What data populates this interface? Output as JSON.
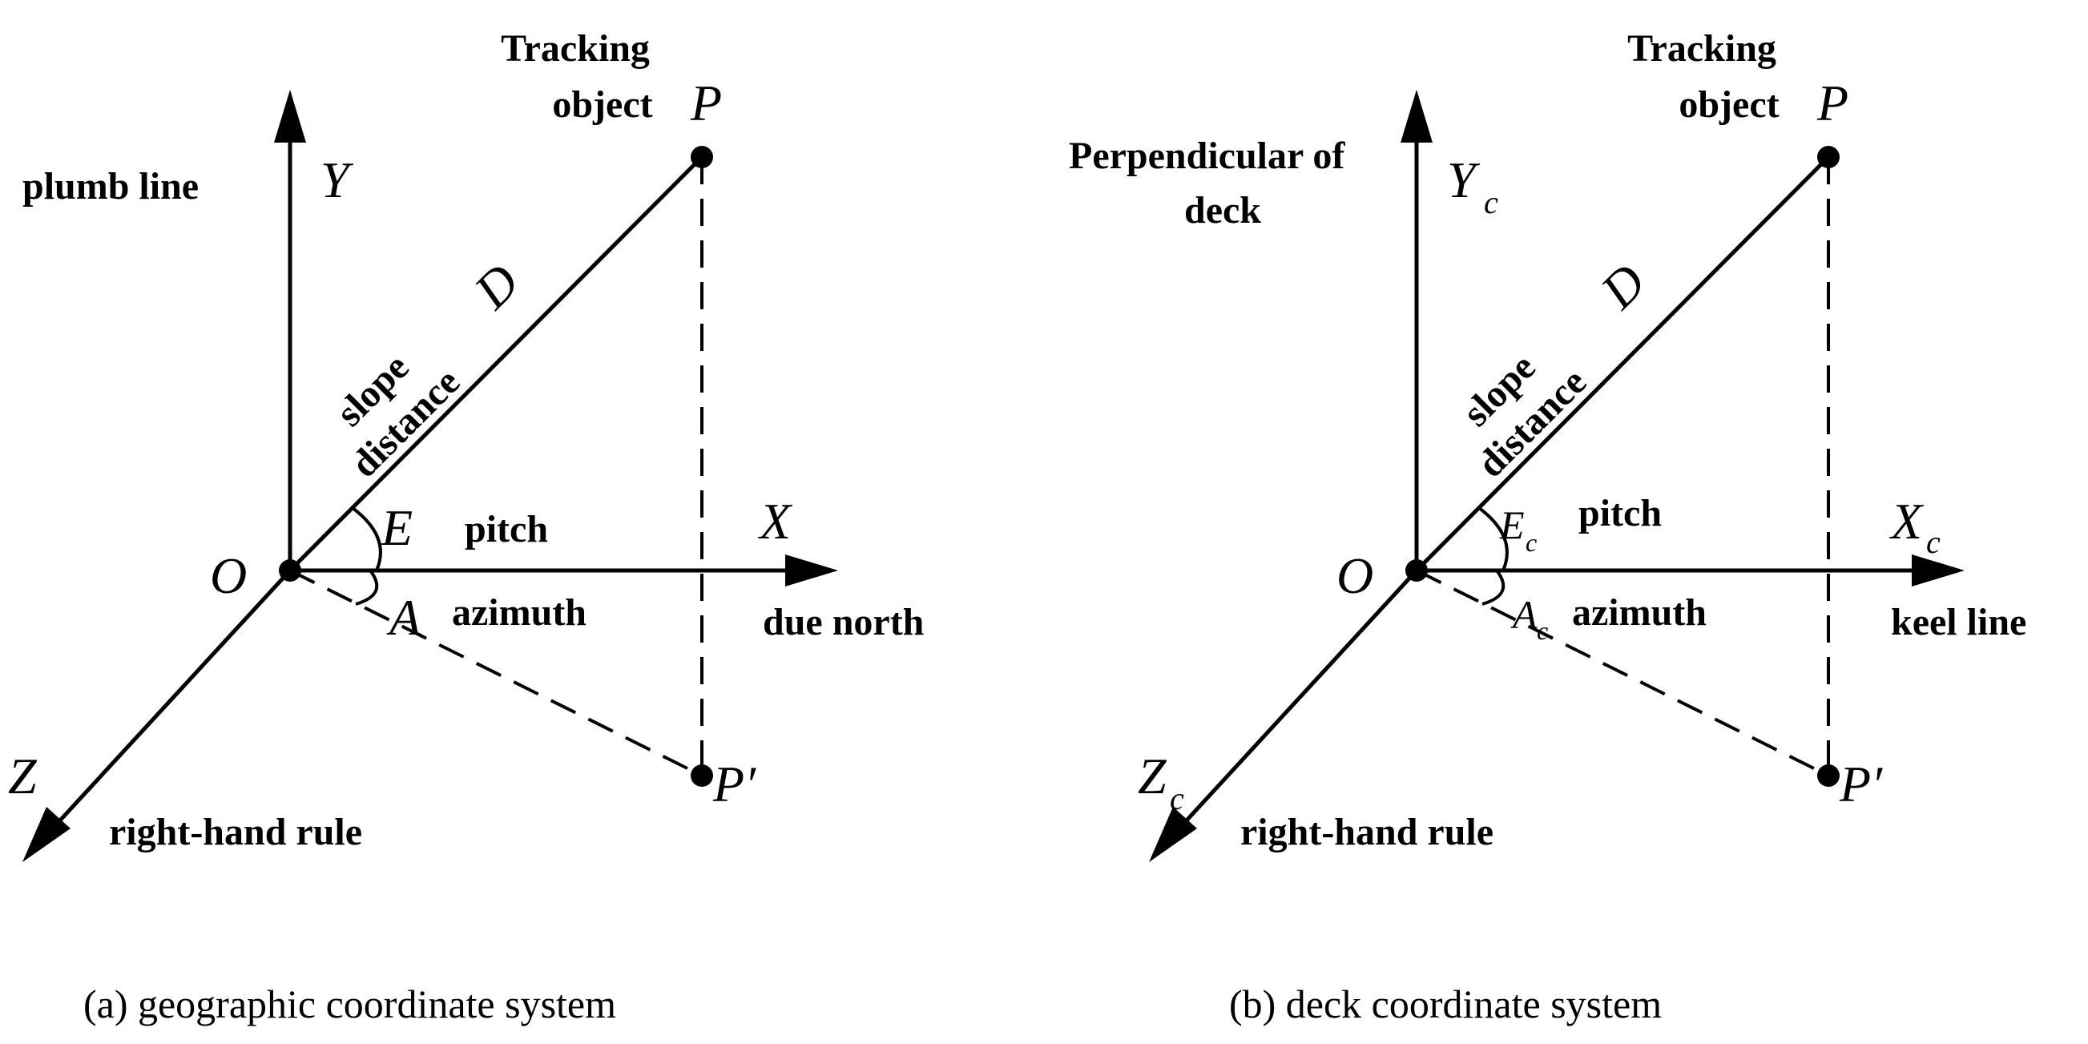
{
  "panels": [
    {
      "caption": "(a) geographic coordinate system",
      "origin_label": "O",
      "y_axis": {
        "symbol": "Y",
        "symbol_sub": "",
        "name": "plumb line"
      },
      "x_axis": {
        "symbol": "X",
        "symbol_sub": "",
        "name": "due north"
      },
      "z_axis": {
        "symbol": "Z",
        "symbol_sub": "",
        "name": "right-hand rule"
      },
      "target": {
        "title_line1": "Tracking",
        "title_line2": "object",
        "symbol": "P",
        "projection_symbol": "P′"
      },
      "slope": {
        "line1": "slope",
        "line2": "distance",
        "symbol": "D"
      },
      "pitch": {
        "symbol": "E",
        "symbol_sub": "",
        "name": "pitch"
      },
      "azimuth": {
        "symbol": "A",
        "symbol_sub": "",
        "name": "azimuth"
      }
    },
    {
      "caption": "(b) deck coordinate system",
      "origin_label": "O",
      "y_axis": {
        "symbol": "Y",
        "symbol_sub": "c",
        "name_line1": "Perpendicular of",
        "name_line2": "deck"
      },
      "x_axis": {
        "symbol": "X",
        "symbol_sub": "c",
        "name": "keel line"
      },
      "z_axis": {
        "symbol": "Z",
        "symbol_sub": "c",
        "name": "right-hand rule"
      },
      "target": {
        "title_line1": "Tracking",
        "title_line2": "object",
        "symbol": "P",
        "projection_symbol": "P′"
      },
      "slope": {
        "line1": "slope",
        "line2": "distance",
        "symbol": "D"
      },
      "pitch": {
        "symbol": "E",
        "symbol_sub": "c",
        "name": "pitch"
      },
      "azimuth": {
        "symbol": "A",
        "symbol_sub": "c",
        "name": "azimuth"
      }
    }
  ]
}
